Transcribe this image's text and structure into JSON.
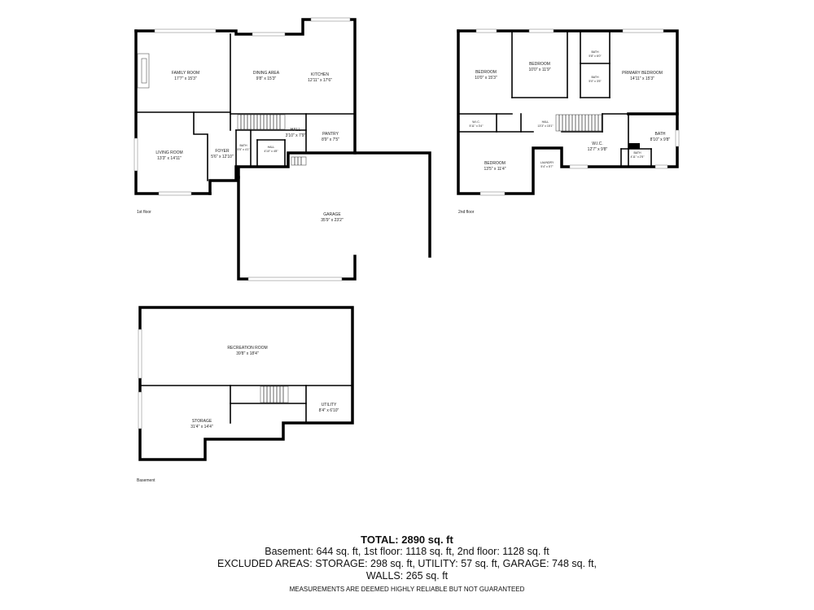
{
  "floors": [
    {
      "id": "first",
      "label": "1st floor",
      "rooms": [
        {
          "name": "FAMILY ROOM",
          "dim": "17'7\" x 15'3\""
        },
        {
          "name": "DINING AREA",
          "dim": "9'8\" x 15'3\""
        },
        {
          "name": "KITCHEN",
          "dim": "12'11\" x 17'6\""
        },
        {
          "name": "LIVING ROOM",
          "dim": "13'3\" x 14'11\""
        },
        {
          "name": "FOYER",
          "dim": "5'6\" x 12'10\""
        },
        {
          "name": "BATH",
          "dim": "5'5\" x 4'1\""
        },
        {
          "name": "HALL",
          "dim": "4'10\" x 4'8\""
        },
        {
          "name": "HALL",
          "dim": "3'10\" x 7'9\""
        },
        {
          "name": "PANTRY",
          "dim": "8'9\" x 7'5\""
        },
        {
          "name": "GARAGE",
          "dim": "35'9\" x 23'2\""
        }
      ]
    },
    {
      "id": "second",
      "label": "2nd floor",
      "rooms": [
        {
          "name": "BEDROOM",
          "dim": "10'0\" x 15'3\""
        },
        {
          "name": "BEDROOM",
          "dim": "10'0\" x 11'9\""
        },
        {
          "name": "BATH",
          "dim": "5'8\" x 6'0\""
        },
        {
          "name": "BATH",
          "dim": "5'0\" x 3'5\""
        },
        {
          "name": "PRIMARY BEDROOM",
          "dim": "14'11\" x 15'3\""
        },
        {
          "name": "W.I.C.",
          "dim": "5'11\" x 3'4\""
        },
        {
          "name": "HALL",
          "dim": "13'3\" x 15'1\""
        },
        {
          "name": "BATH",
          "dim": "8'10\" x 9'8\""
        },
        {
          "name": "W.I.C.",
          "dim": "12'7\" x 9'8\""
        },
        {
          "name": "BEDROOM",
          "dim": "13'5\" x 11'4\""
        },
        {
          "name": "LAUNDRY",
          "dim": "5'4\" x 5'7\""
        },
        {
          "name": "BATH",
          "dim": "4'11\" x 2'5\""
        }
      ]
    },
    {
      "id": "basement",
      "label": "Basement",
      "rooms": [
        {
          "name": "RECREATION ROOM",
          "dim": "39'8\" x 18'4\""
        },
        {
          "name": "STORAGE",
          "dim": "31'4\" x 14'4\""
        },
        {
          "name": "UTILITY",
          "dim": "8'4\" x 6'10\""
        }
      ]
    }
  ],
  "summary": {
    "total": "TOTAL: 2890 sq. ft",
    "line1": "Basement: 644 sq. ft, 1st floor: 1118 sq. ft, 2nd floor: 1128 sq. ft",
    "line2": "EXCLUDED AREAS: STORAGE: 298 sq. ft, UTILITY: 57 sq. ft, GARAGE: 748 sq. ft,",
    "line3": "WALLS: 265 sq. ft",
    "note": "MEASUREMENTS ARE DEEMED HIGHLY RELIABLE BUT NOT GUARANTEED"
  }
}
